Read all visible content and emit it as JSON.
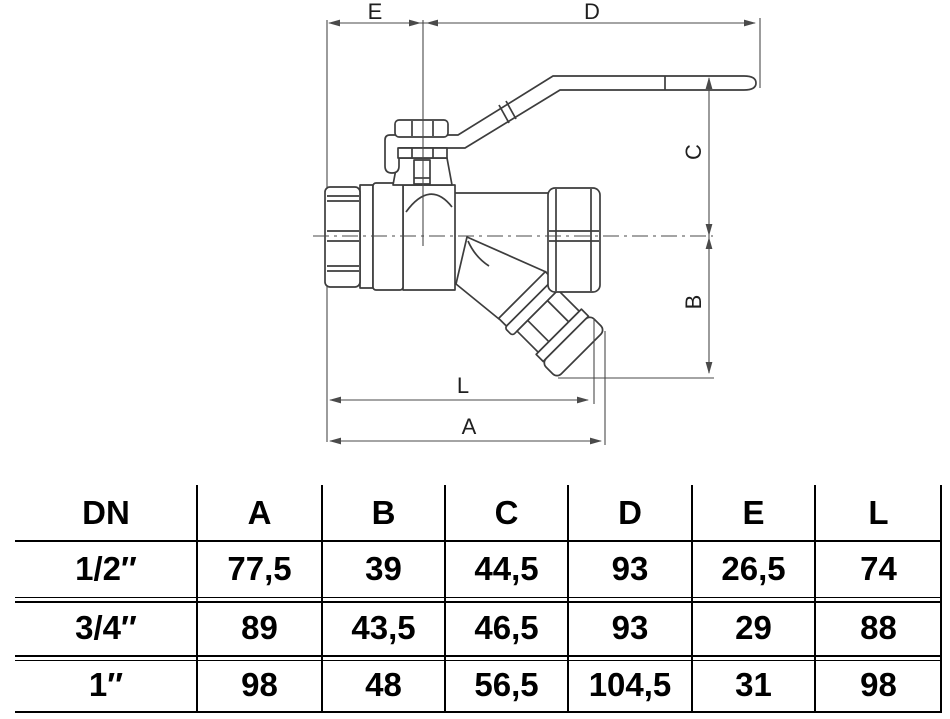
{
  "drawing": {
    "type": "technical dimensional drawing of a ball valve with lever handle and Y-strainer",
    "line_color": "#3d3d3d",
    "dim_color": "#4a4a4a",
    "dim_labels": {
      "e": "E",
      "d": "D",
      "c": "C",
      "b": "B",
      "l": "L",
      "a": "A"
    }
  },
  "table": {
    "headers": [
      "DN",
      "A",
      "B",
      "C",
      "D",
      "E",
      "L"
    ],
    "rows": [
      [
        "1/2″",
        "77,5",
        "39",
        "44,5",
        "93",
        "26,5",
        "74"
      ],
      [
        "3/4″",
        "89",
        "43,5",
        "46,5",
        "93",
        "29",
        "88"
      ],
      [
        "1″",
        "98",
        "48",
        "56,5",
        "104,5",
        "31",
        "98"
      ]
    ]
  }
}
